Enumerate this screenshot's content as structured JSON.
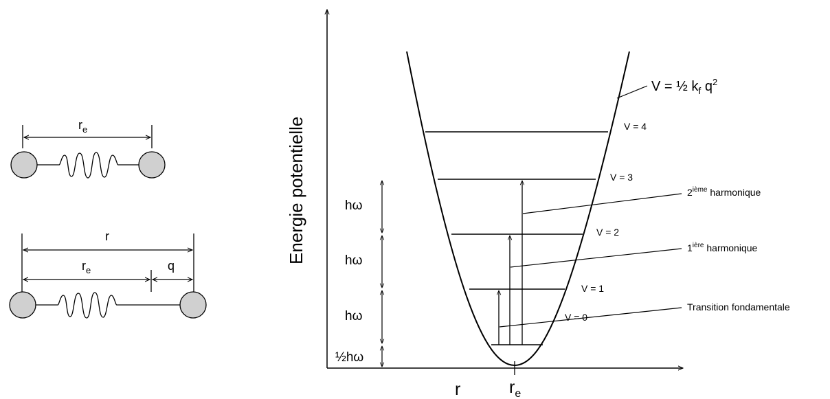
{
  "molecule_top": {
    "re_main": "r",
    "re_sub": "e"
  },
  "molecule_bottom": {
    "r_label": "r",
    "re_main": "r",
    "re_sub": "e",
    "q_label": "q"
  },
  "potential_plot": {
    "y_axis_label": "Energie potentielle",
    "x_r_label": "r",
    "x_re_main": "r",
    "x_re_sub": "e",
    "equation": {
      "prefix": "V = ½ k",
      "k_sub": "f",
      "mid": " q",
      "exp": "2"
    },
    "levels": [
      "V = 0",
      "V = 1",
      "V = 2",
      "V = 3",
      "V = 4"
    ],
    "spacings": [
      "hω",
      "hω",
      "hω",
      "½hω"
    ],
    "annotations": {
      "second": {
        "num": "2",
        "sup": "ième",
        "text": " harmonique"
      },
      "first": {
        "num": "1",
        "sup": "ière",
        "text": " harmonique"
      },
      "fundamental": "Transition fondamentale"
    }
  }
}
